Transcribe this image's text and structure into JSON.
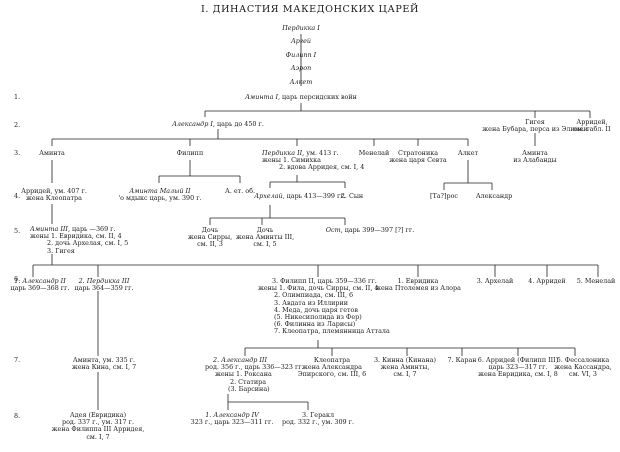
{
  "title": "I. ДИНАСТИЯ МАКЕДОНСКИХ ЦАРЕЙ",
  "ancestors": [
    "Пердикка I",
    "Аргей",
    "Филипп I",
    "Аэроп",
    "Алкет"
  ],
  "generation_numbers": [
    "1.",
    "2.",
    "3.",
    "4.",
    "5.",
    "6.",
    "7.",
    "8."
  ],
  "gen1": {
    "amyntas1_name": "Аминта I,",
    "amyntas1_note": "царь персидских войн"
  },
  "gen2": {
    "alexander1_name": "Александр I,",
    "alexander1_note": "царь до 450 г.",
    "gygaea_line1": "Гигея",
    "gygaea_line2": "жена Бубара, перса из Элимеи",
    "arrhidaeus_line1": "Арридей,",
    "arrhidaeus_line2": "см. табл. II"
  },
  "gen3": {
    "amyntas": "Аминта",
    "philip": "Филипп",
    "perdiccas2_name": "Пердикка II,",
    "perdiccas2_note": "ум. 413 г.",
    "perdiccas2_wives_1": "жены 1. Симихка",
    "perdiccas2_wives_2": "2. вдова Арридея, см. I, 4",
    "menelaus": "Менелай",
    "stratonice_line1": "Стратоника",
    "stratonice_line2": "жена царя Севта",
    "alcetas": "Алкет",
    "amyntas_elimeia_line1": "Аминта",
    "amyntas_elimeia_line2": "из Алабанды"
  },
  "gen4": {
    "arrhidaeus_line1": "Арридей, ум. 407 г.",
    "arrhidaeus_line2": "жена Клеопатра",
    "amyntas_minor_name": "Аминта Малый II",
    "amyntas_minor_note": "'о мдыкс царь, ум. 390 г.",
    "a_et_ob": "А. ет. об.",
    "archelaus_name": "Архелай,",
    "archelaus_note": "царь 413—399 гг.",
    "son": "2. Сын",
    "taros": "[Та?]рос",
    "alexander": "Александр"
  },
  "gen5": {
    "amyntas3_name": "Аминта III,",
    "amyntas3_note": "царь —369 г.",
    "amyntas3_wives_1": "жены 1. Евридика, см. II, 4",
    "amyntas3_wives_2": "2. дочь Архелая, см. I, 5",
    "amyntas3_wives_3": "3. Гигея",
    "daughter1_line1": "Дочь",
    "daughter1_line2": "жена Сирры,",
    "daughter1_line3": "см. II, 3",
    "daughter2_line1": "Дочь",
    "daughter2_line2": "жена Аминты III,",
    "daughter2_line3": "см. I, 5",
    "orestes_name": "Ост,",
    "orestes_note": "царь 399—397 [?] гг."
  },
  "gen6": {
    "alexander2_name": "1. Александр II",
    "alexander2_note": "царь 369—368 гг.",
    "perdiccas3_name": "2. Пердикка III",
    "perdiccas3_note": "царь 364—359 гг.",
    "philip2_lines": [
      "3. Филипп II, царь 359—336 гг.",
      "жены 1. Фила, дочь Сирры, см. II, 4",
      "2. Олимпиада, см. III, 6",
      "3. Авдата из Иллирии",
      "4. Меда, дочь царя гетов",
      "(5. Никесиполида из Фер)",
      "(6. Филинна из Ларисы)",
      "7. Клеопатра, племянница Аттала"
    ],
    "eurydice_line1": "1. Евридика",
    "eurydice_line2": "жена Птолемея из Алора",
    "archelaus": "3. Архелай",
    "arrhidaeus": "4. Арридей",
    "menelaus": "5. Менелай"
  },
  "gen7": {
    "amyntas_line1": "Аминта, ум. 335 г.",
    "amyntas_line2": "жена Кина, см. I, 7",
    "alexander3_lines": [
      "2. Александр III",
      "род. 356 г., царь 336—323 гг.",
      "жены 1. Роксана",
      "2. Статира",
      "(3. Барсина)"
    ],
    "cleopatra_lines": [
      "Клеопатра",
      "жена Александра",
      "Эпирского, см. III, 6"
    ],
    "cynane_lines": [
      "3. Кинна (Кинана)",
      "жена Аминты,",
      "см. I, 7"
    ],
    "caranus": "7. Каран",
    "philip3_lines": [
      "6. Арридей (Филипп III)",
      "царь 323—317 гг.",
      "жена Евридика, см. I, 8"
    ],
    "thessalonice_lines": [
      "5. Фессалоника",
      "жена Кассандра,",
      "см. VI, 3"
    ]
  },
  "gen8": {
    "adea_lines": [
      "Адея (Евридика)",
      "род. 337 г., ум. 317 г.",
      "жена Филиппа III Арридея,",
      "см. I, 7"
    ],
    "alexander4_lines": [
      "1. Александр IV",
      "323 г., царь 323—311 гг."
    ],
    "heracles_lines": [
      "3. Геракл",
      "род. 332 г., ум. 309 г."
    ]
  }
}
